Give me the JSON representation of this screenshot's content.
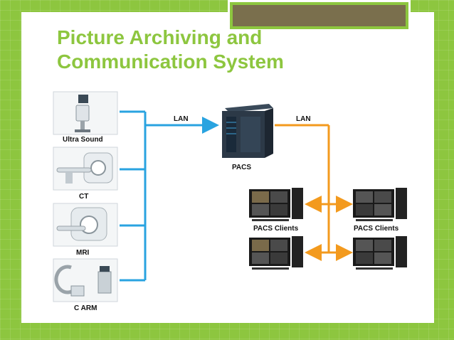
{
  "slide": {
    "title_line1": "Picture Archiving and",
    "title_line2": "Communication System"
  },
  "devices": [
    {
      "label": "Ultra Sound",
      "icon": "ultrasound-icon"
    },
    {
      "label": "CT",
      "icon": "ct-scanner-icon"
    },
    {
      "label": "MRI",
      "icon": "mri-scanner-icon"
    },
    {
      "label": "C  ARM",
      "icon": "c-arm-icon"
    }
  ],
  "links": {
    "lan_left": "LAN",
    "lan_right": "LAN"
  },
  "server": {
    "label": "PACS",
    "icon": "server-tower-icon"
  },
  "clients": {
    "label_left": "PACS Clients",
    "label_right": "PACS Clients"
  },
  "colors": {
    "background": "#8dc63f",
    "title": "#8dc63f",
    "blue_link": "#29a3e0",
    "orange_link": "#f39a1e"
  }
}
